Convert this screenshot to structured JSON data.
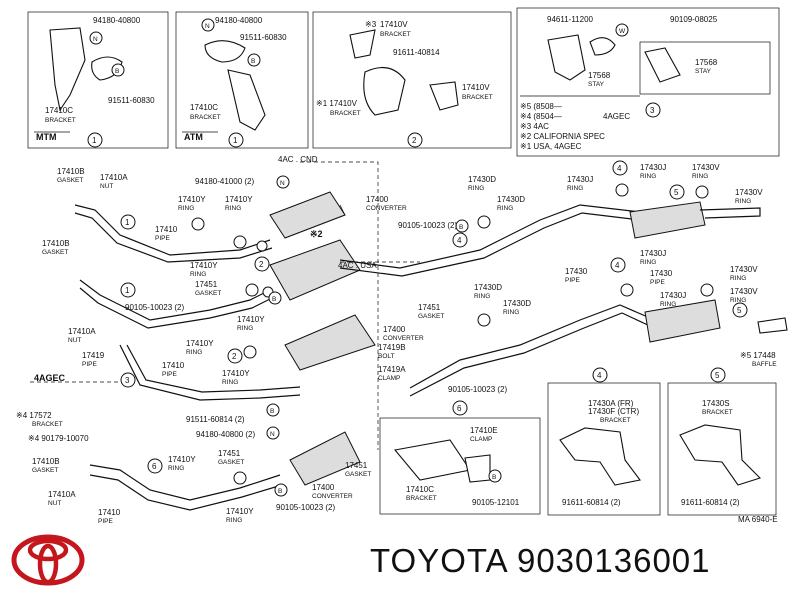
{
  "inset_boxes": {
    "mtm": {
      "parts": [
        "94180-40800",
        "91511-60830",
        "17410C",
        "BRACKET"
      ],
      "ref": "1",
      "tag": "MTM"
    },
    "atm": {
      "parts": [
        "94180-40800",
        "91511-60830",
        "17410C",
        "BRACKET"
      ],
      "ref": "1",
      "tag": "ATM"
    },
    "bracket_v": {
      "parts": [
        "※3",
        "17410V",
        "BRACKET",
        "91611-40814",
        "※1 17410V",
        "BRACKET",
        "17410V",
        "BRACKET"
      ],
      "ref": "2"
    },
    "stay": {
      "parts": [
        "94611-11200",
        "90109-08025",
        "17568",
        "STAY",
        "17568",
        "STAY"
      ],
      "ref": "3"
    },
    "notes": [
      "※5 (8508—",
      "※4 (8504—",
      "※3 4AC",
      "※2 CALIFORNIA SPEC",
      "※1 USA, 4AGEC"
    ],
    "notes_right": "4AGEC"
  },
  "main_labels": {
    "cnd": "4AC . CND",
    "usa": "4AC . USA",
    "agec": "4AGEC",
    "mark2": "※2",
    "callouts": [
      {
        "code": "17410B",
        "name": "GASKET"
      },
      {
        "code": "17410A",
        "name": "NUT"
      },
      {
        "code": "94180-41000 (2)",
        "name": ""
      },
      {
        "code": "17400",
        "name": "CONVERTER"
      },
      {
        "code": "17410Y",
        "name": "RING"
      },
      {
        "code": "17410Y",
        "name": "RING"
      },
      {
        "code": "17410",
        "name": "PIPE"
      },
      {
        "code": "17410B",
        "name": "GASKET"
      },
      {
        "code": "17410Y",
        "name": "RING"
      },
      {
        "code": "17451",
        "name": "GASKET"
      },
      {
        "code": "90105-10023 (2)",
        "name": ""
      },
      {
        "code": "17410A",
        "name": "NUT"
      },
      {
        "code": "17410Y",
        "name": "RING"
      },
      {
        "code": "17410Y",
        "name": "RING"
      },
      {
        "code": "17410Y",
        "name": "RING"
      },
      {
        "code": "17419",
        "name": "PIPE"
      },
      {
        "code": "17410",
        "name": "PIPE"
      },
      {
        "code": "17400",
        "name": "CONVERTER"
      },
      {
        "code": "17419B",
        "name": "BOLT"
      },
      {
        "code": "17419A",
        "name": "CLAMP"
      },
      {
        "code": "90105-10023 (2)",
        "name": ""
      },
      {
        "code": "17451",
        "name": "GASKET"
      },
      {
        "code": "17430D",
        "name": "RING"
      },
      {
        "code": "17430D",
        "name": "RING"
      },
      {
        "code": "90105-10023 (2)",
        "name": ""
      },
      {
        "code": "17430D",
        "name": "RING"
      },
      {
        "code": "17430D",
        "name": "RING"
      },
      {
        "code": "17430J",
        "name": "RING"
      },
      {
        "code": "17430J",
        "name": "RING"
      },
      {
        "code": "17430V",
        "name": "RING"
      },
      {
        "code": "17430V",
        "name": "RING"
      },
      {
        "code": "17430J",
        "name": "RING"
      },
      {
        "code": "17430",
        "name": "PIPE"
      },
      {
        "code": "17430",
        "name": "PIPE"
      },
      {
        "code": "17430J",
        "name": "RING"
      },
      {
        "code": "17430V",
        "name": "RING"
      },
      {
        "code": "17430V",
        "name": "RING"
      },
      {
        "code": "※5 17448",
        "name": "BAFFLE"
      },
      {
        "code": "※4 17572",
        "name": "BRACKET"
      },
      {
        "code": "※4 90179-10070",
        "name": ""
      },
      {
        "code": "91511-60814 (2)",
        "name": ""
      },
      {
        "code": "94180-40800 (2)",
        "name": ""
      },
      {
        "code": "17410B",
        "name": "GASKET"
      },
      {
        "code": "17410A",
        "name": "NUT"
      },
      {
        "code": "17410",
        "name": "PIPE"
      },
      {
        "code": "17410Y",
        "name": "RING"
      },
      {
        "code": "17451",
        "name": "GASKET"
      },
      {
        "code": "17410Y",
        "name": "RING"
      },
      {
        "code": "17400",
        "name": "CONVERTER"
      },
      {
        "code": "90105-10023 (2)",
        "name": ""
      },
      {
        "code": "17451",
        "name": "GASKET"
      }
    ]
  },
  "lower_insets": {
    "clamp": {
      "ref": "6",
      "parts": [
        "17410E",
        "CLAMP",
        "17410C",
        "BRACKET",
        "90105-12101"
      ]
    },
    "bracket_a": {
      "ref": "4",
      "parts": [
        "17430A (FR)",
        "17430F (CTR)",
        "BRACKET",
        "91611-60814 (2)"
      ]
    },
    "bracket_s": {
      "ref": "5",
      "parts": [
        "17430S",
        "BRACKET",
        "91611-60814 (2)"
      ]
    }
  },
  "diagram_code": "MA 6940-E",
  "brand": "TOYOTA",
  "part_number": "9030136001",
  "footer_text": "TOYOTA 9030136001",
  "colors": {
    "ink": "#111111",
    "logo": "#c4161c"
  }
}
